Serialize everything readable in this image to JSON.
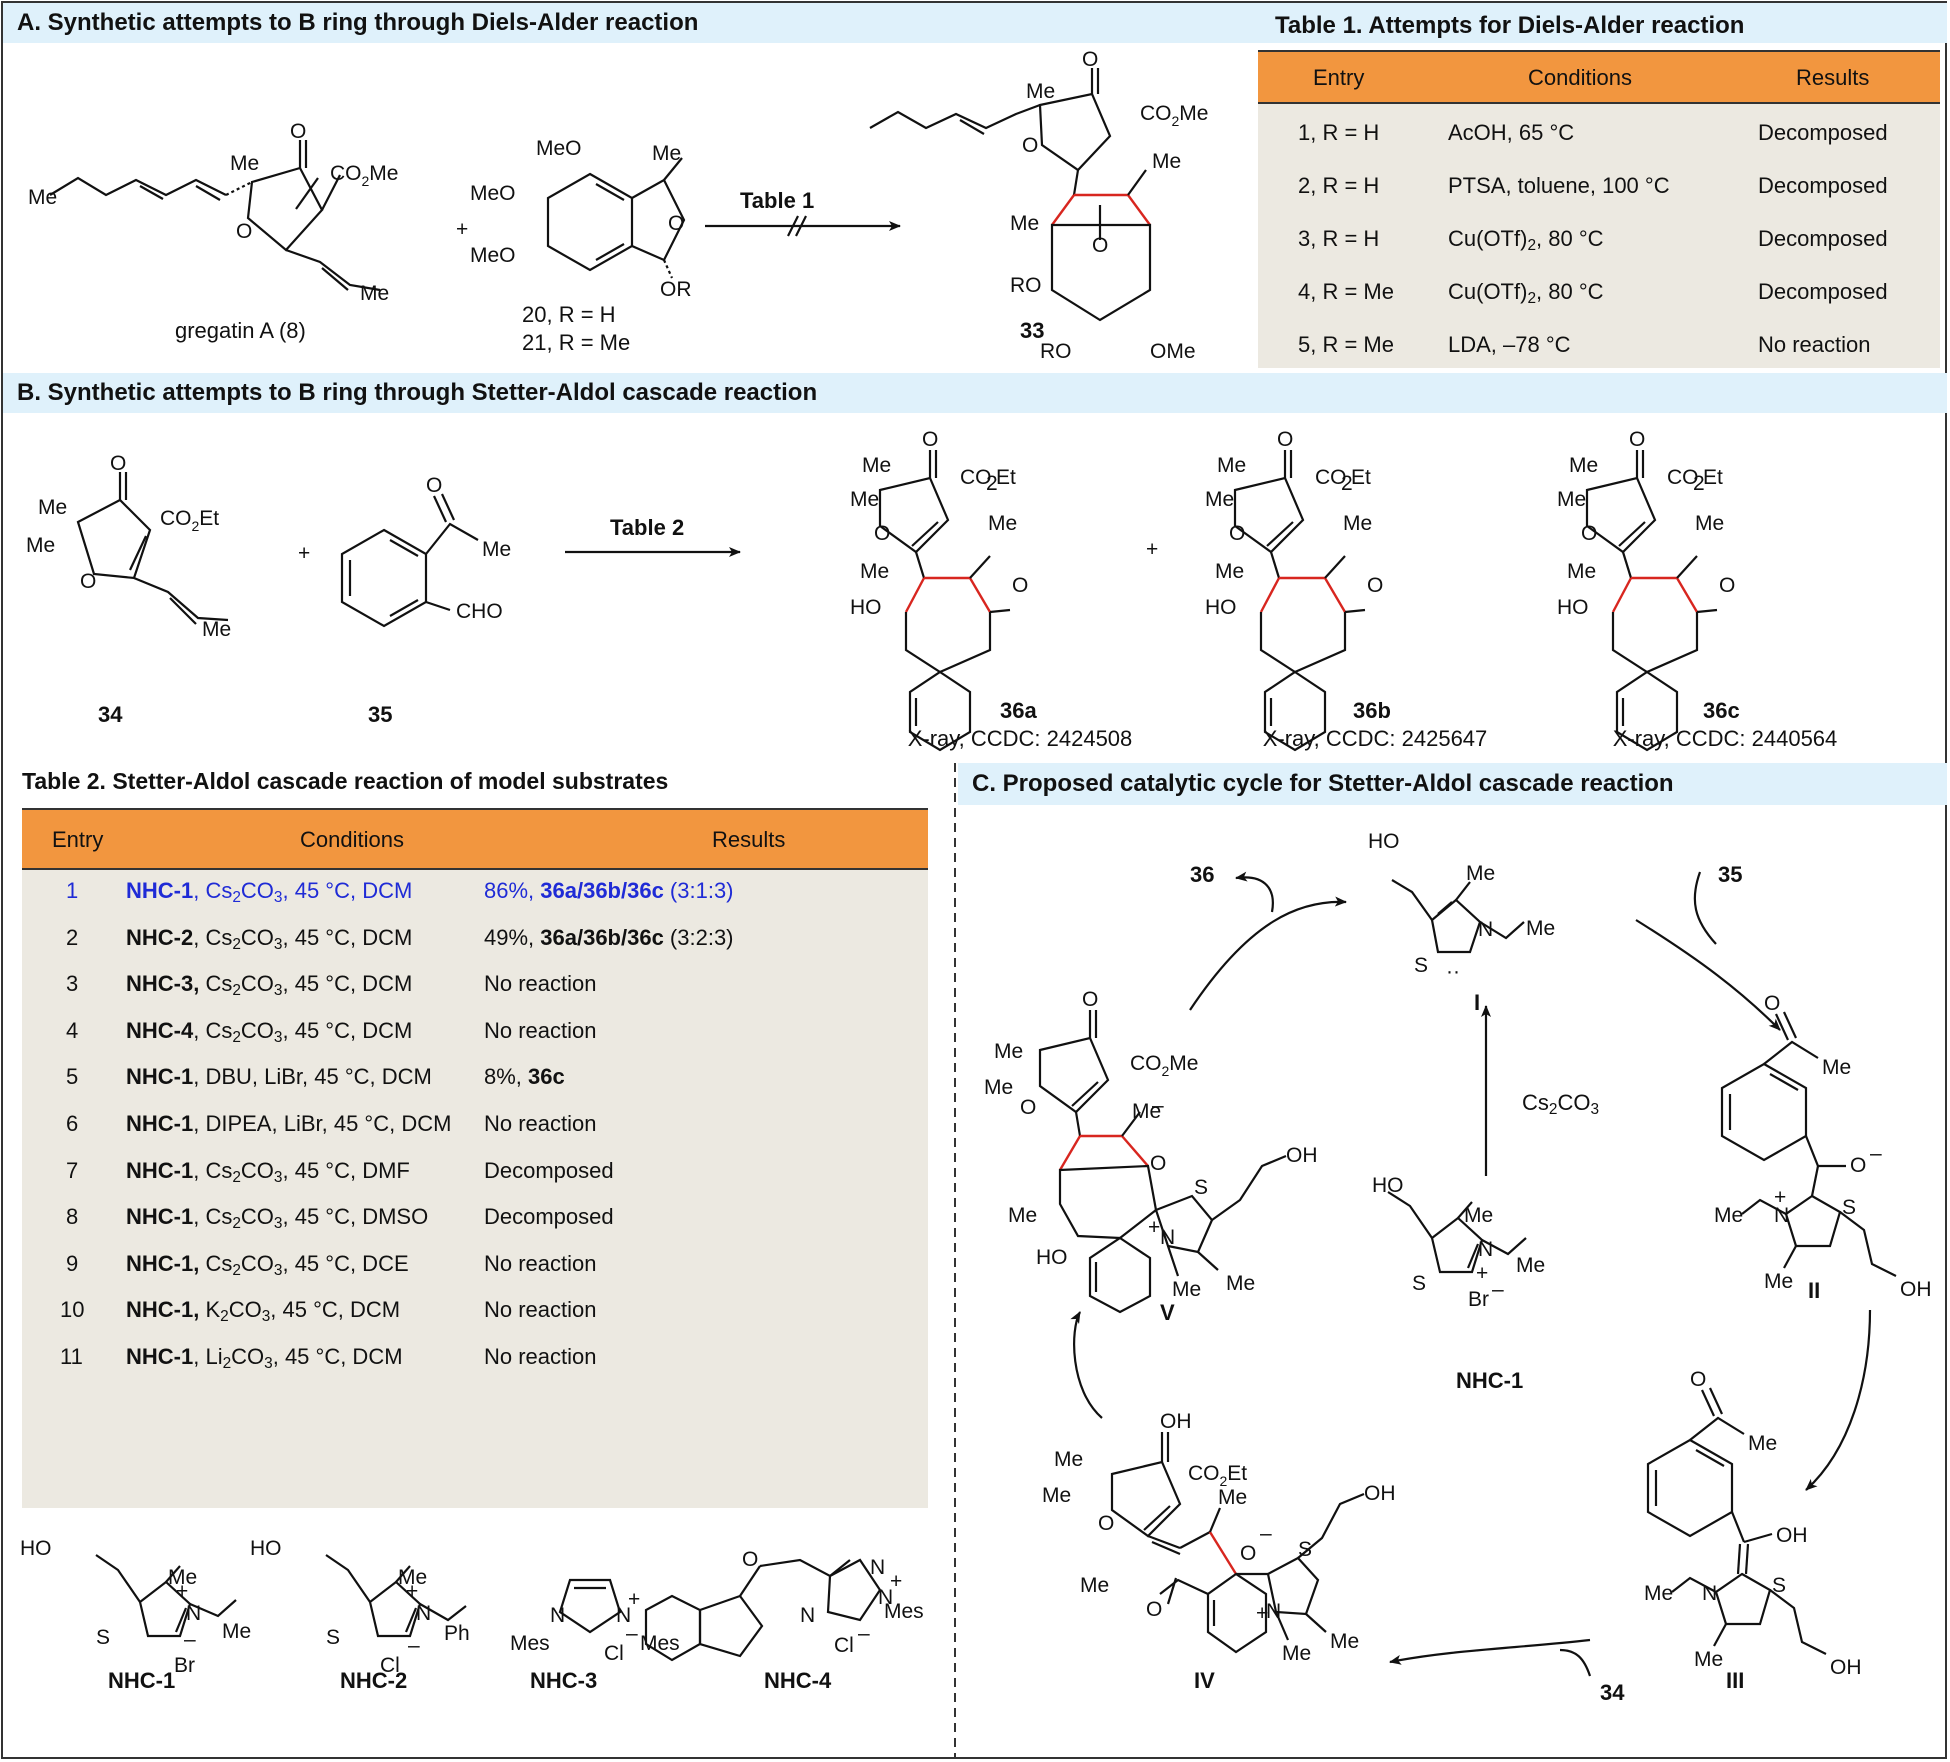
{
  "sectionA": {
    "title": "A. Synthetic attempts to B ring through Diels-Alder reaction",
    "arrow_label": "Table 1",
    "compounds": {
      "gregatin": "gregatin A (8)",
      "c20": "20, R = H",
      "c21": "21, R = Me",
      "c33": "33"
    }
  },
  "table1": {
    "title": "Table 1. Attempts for Diels-Alder reaction",
    "headers": [
      "Entry",
      "Conditions",
      "Results"
    ],
    "rows": [
      {
        "entry": "1, R = H",
        "conditions": "AcOH, 65 °C",
        "result": "Decomposed"
      },
      {
        "entry": "2, R = H",
        "conditions": "PTSA, toluene, 100 °C",
        "result": "Decomposed"
      },
      {
        "entry": "3, R = H",
        "conditions": "Cu(OTf)2, 80 °C",
        "result": "Decomposed"
      },
      {
        "entry": "4, R = Me",
        "conditions": "Cu(OTf)2, 80 °C",
        "result": "Decomposed"
      },
      {
        "entry": "5, R = Me",
        "conditions": "LDA, –78 °C",
        "result": "No reaction"
      }
    ]
  },
  "sectionB": {
    "title": "B. Synthetic attempts to B ring through Stetter-Aldol cascade reaction",
    "arrow_label": "Table 2",
    "compounds": {
      "c34": "34",
      "c35": "35",
      "c36a": "36a",
      "c36b": "36b",
      "c36c": "36c"
    },
    "xray": {
      "a": "X-ray, CCDC: 2424508",
      "b": "X-ray, CCDC: 2425647",
      "c": "X-ray, CCDC: 2440564"
    }
  },
  "table2": {
    "title": "Table 2. Stetter-Aldol cascade reaction of model substrates",
    "headers": [
      "Entry",
      "Conditions",
      "Results"
    ],
    "rows": [
      {
        "entry": "1",
        "cat": "NHC-1",
        "cond": ", Cs2CO3, 45 °C, DCM",
        "res_a": "86%, ",
        "res_b": "36a/36b/36c",
        "res_c": " (3:1:3)"
      },
      {
        "entry": "2",
        "cat": "NHC-2",
        "cond": ", Cs2CO3, 45 °C, DCM",
        "res_a": "49%, ",
        "res_b": "36a/36b/36c",
        "res_c": " (3:2:3)"
      },
      {
        "entry": "3",
        "cat": "NHC-3,",
        "cond": " Cs2CO3, 45 °C, DCM",
        "res_a": "No reaction",
        "res_b": "",
        "res_c": ""
      },
      {
        "entry": "4",
        "cat": "NHC-4",
        "cond": ", Cs2CO3, 45 °C, DCM",
        "res_a": "No reaction",
        "res_b": "",
        "res_c": ""
      },
      {
        "entry": "5",
        "cat": "NHC-1",
        "cond": ", DBU, LiBr, 45 °C, DCM",
        "res_a": "8%, ",
        "res_b": "36c",
        "res_c": ""
      },
      {
        "entry": "6",
        "cat": "NHC-1",
        "cond": ", DIPEA, LiBr, 45 °C, DCM",
        "res_a": "No reaction",
        "res_b": "",
        "res_c": ""
      },
      {
        "entry": "7",
        "cat": "NHC-1",
        "cond": ", Cs2CO3, 45 °C, DMF",
        "res_a": "Decomposed",
        "res_b": "",
        "res_c": ""
      },
      {
        "entry": "8",
        "cat": "NHC-1",
        "cond": ", Cs2CO3, 45 °C, DMSO",
        "res_a": "Decomposed",
        "res_b": "",
        "res_c": ""
      },
      {
        "entry": "9",
        "cat": "NHC-1,",
        "cond": " Cs2CO3, 45 °C, DCE",
        "res_a": "No reaction",
        "res_b": "",
        "res_c": ""
      },
      {
        "entry": "10",
        "cat": "NHC-1,",
        "cond": " K2CO3, 45 °C, DCM",
        "res_a": "No reaction",
        "res_b": "",
        "res_c": ""
      },
      {
        "entry": "11",
        "cat": "NHC-1",
        "cond": ", Li2CO3, 45 °C, DCM",
        "res_a": "No reaction",
        "res_b": "",
        "res_c": ""
      }
    ],
    "catalysts": [
      "NHC-1",
      "NHC-2",
      "NHC-3",
      "NHC-4"
    ]
  },
  "sectionC": {
    "title": "C. Proposed catalytic cycle for Stetter-Aldol cascade reaction",
    "intermediates": [
      "I",
      "II",
      "III",
      "IV",
      "V"
    ],
    "reagents": {
      "r36": "36",
      "r35": "35",
      "r34": "34",
      "base": "Cs2CO3",
      "cat": "NHC-1"
    }
  },
  "colors": {
    "header_bg": "#dff1fb",
    "table_head": "#f2963f",
    "table_body": "#ece9e1",
    "highlight": "#1f2bd6",
    "new_bond": "#d8261f"
  }
}
